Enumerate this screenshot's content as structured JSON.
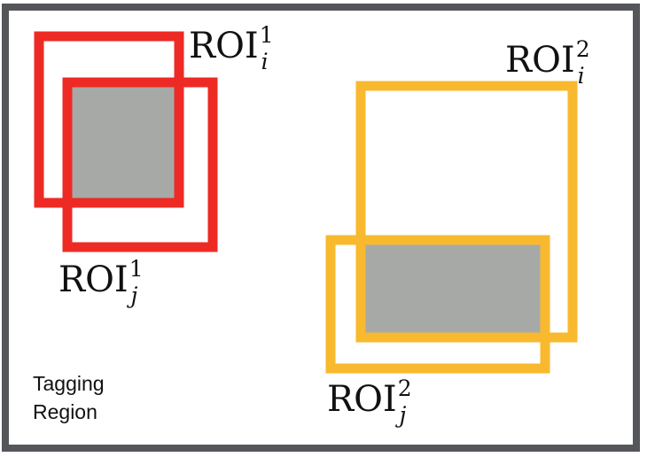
{
  "colors": {
    "frame": "#55565a",
    "roi_set_1": "#ee2a24",
    "roi_set_2": "#f8b92e",
    "overlap": "#a7a9a7"
  },
  "frame": {
    "label_line1": "Tagging",
    "label_line2": "Region"
  },
  "rois": {
    "roi_i1": {
      "base": "ROI",
      "sup": "1",
      "sub": "i"
    },
    "roi_j1": {
      "base": "ROI",
      "sup": "1",
      "sub": "j"
    },
    "roi_i2": {
      "base": "ROI",
      "sup": "2",
      "sub": "i"
    },
    "roi_j2": {
      "base": "ROI",
      "sup": "2",
      "sub": "j"
    }
  }
}
